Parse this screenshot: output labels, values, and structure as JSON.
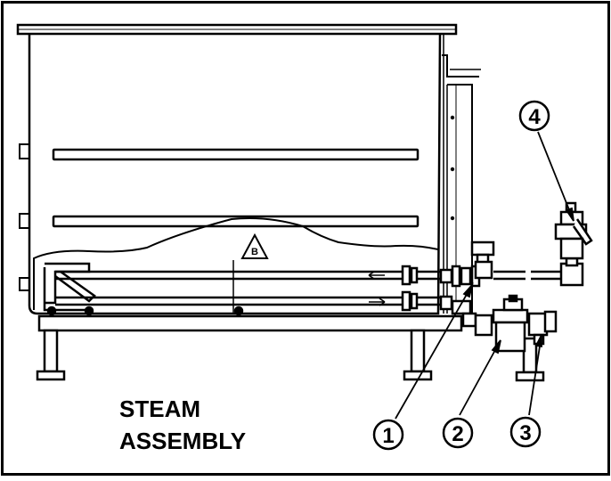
{
  "caption": {
    "line1": "STEAM",
    "line2": "ASSEMBLY"
  },
  "callouts": [
    {
      "number": "1"
    },
    {
      "number": "2"
    },
    {
      "number": "3"
    },
    {
      "number": "4"
    }
  ],
  "warning_symbol": {
    "letter": "B"
  },
  "colors": {
    "ink": "#000000",
    "paper": "#ffffff"
  }
}
